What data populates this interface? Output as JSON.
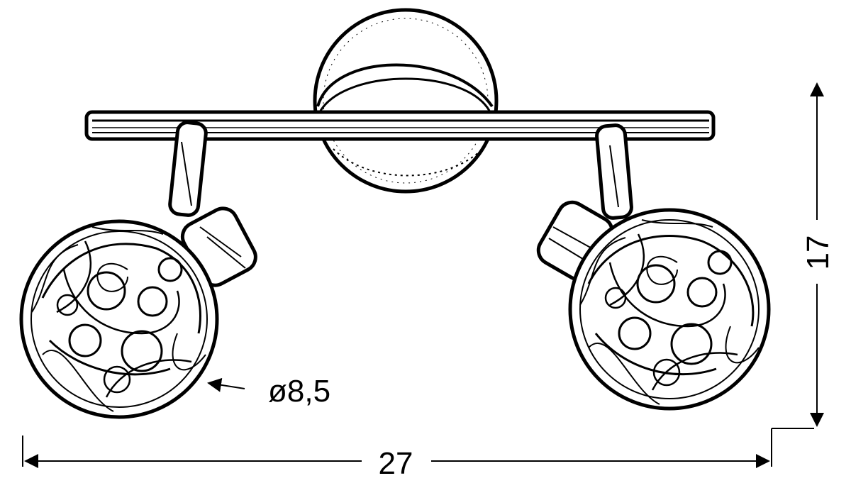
{
  "dimensions": {
    "width_label": "27",
    "height_label": "17",
    "shade_diameter_label": "ø8,5"
  },
  "colors": {
    "line": "#000000",
    "background": "#ffffff",
    "fill_light": "#f2f2f2"
  }
}
